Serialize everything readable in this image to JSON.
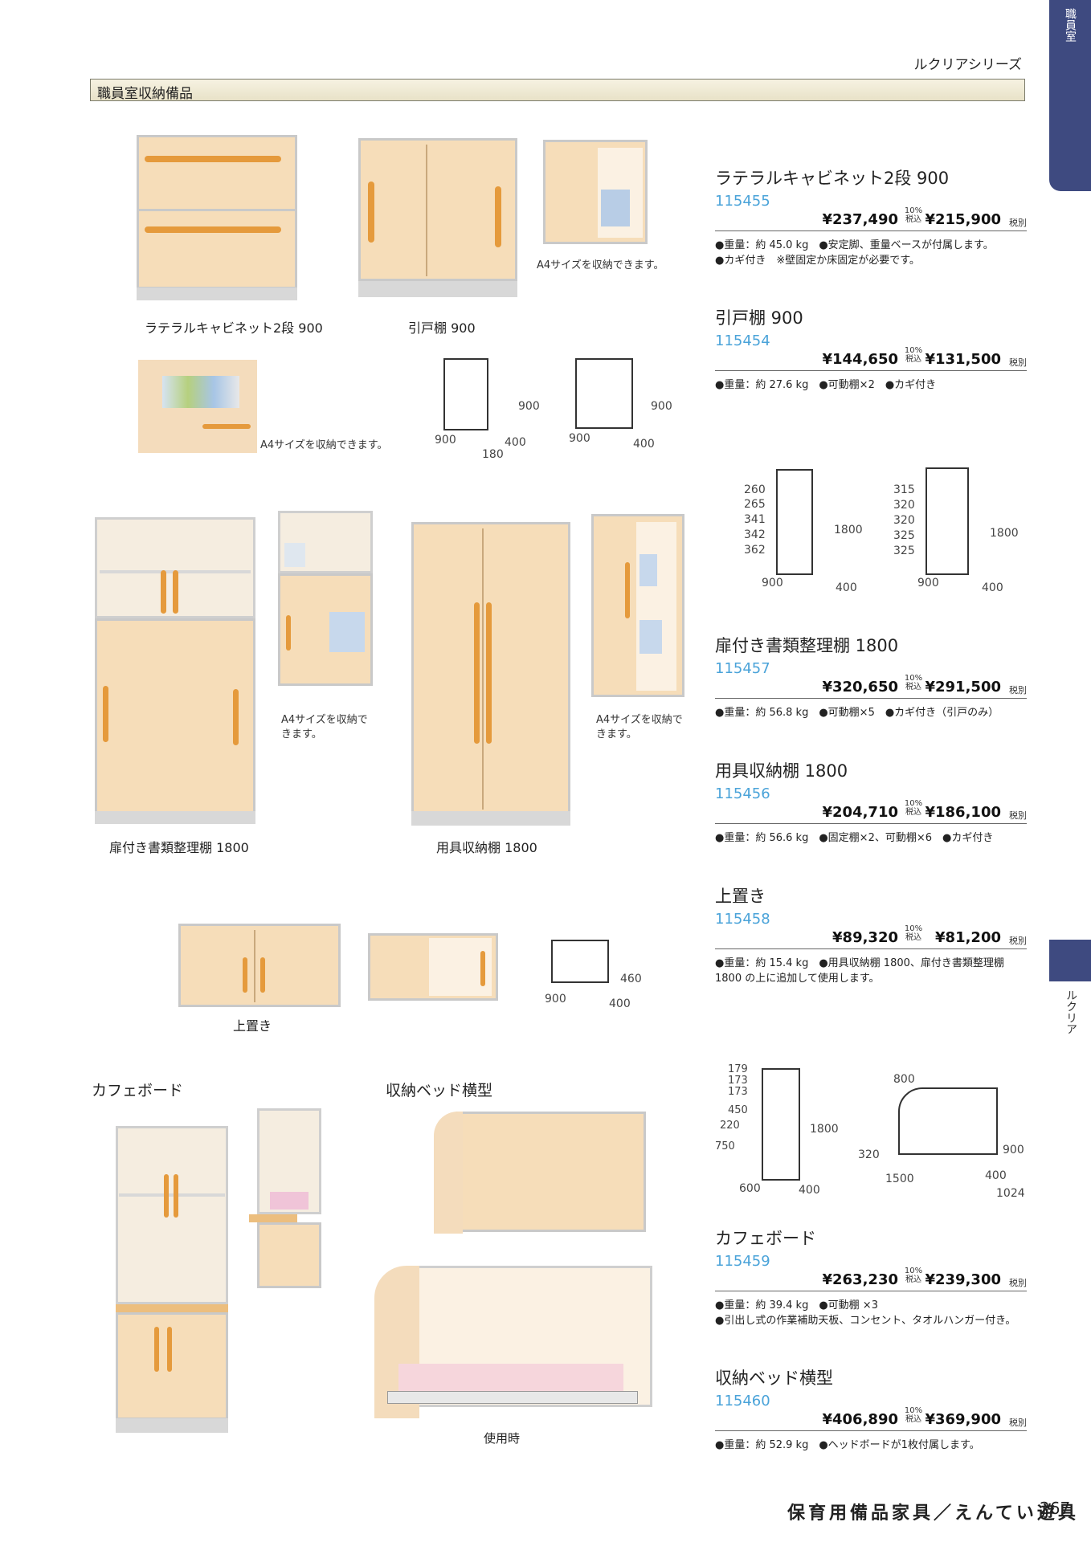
{
  "header": {
    "series": "ルクリアシリーズ",
    "section": "職員室収納備品"
  },
  "tabs": {
    "top": "職員室",
    "side": "ルクリア"
  },
  "footer": {
    "title": "保育用備品家具／えんてい遊具",
    "page": "267"
  },
  "captions": {
    "lateral": "ラテラルキャビネット2段 900",
    "hikido": "引戸棚 900",
    "shorui": "扉付き書類整理棚 1800",
    "yougu": "用具収納棚 1800",
    "uwaoki": "上置き",
    "cafe": "カフェボード",
    "bed": "収納ベッド横型",
    "bed_use": "使用時"
  },
  "notes": {
    "a4_1": "A4サイズを収納できます。",
    "a4_2": "A4サイズを収納できます。",
    "a4_3": "A4サイズを収納で\nきます。",
    "a4_4": "A4サイズを収納で\nきます。"
  },
  "dims": {
    "lat_h": "900",
    "lat_w": "900",
    "lat_d": "400",
    "lat_b": "180",
    "hik_h": "900",
    "hik_w": "900",
    "hik_d": "400",
    "sho_l1": "260",
    "sho_l2": "265",
    "sho_l3": "341",
    "sho_l4": "342",
    "sho_l5": "362",
    "sho_h": "1800",
    "sho_w": "900",
    "sho_d": "400",
    "you_l1": "315",
    "you_l2": "320",
    "you_l3": "320",
    "you_l4": "325",
    "you_l5": "325",
    "you_h": "1800",
    "you_w": "900",
    "you_d": "400",
    "uwa_h": "460",
    "uwa_w": "900",
    "uwa_d": "400",
    "caf_l1": "179",
    "caf_l2": "173",
    "caf_l3": "173",
    "caf_l4": "450",
    "caf_l5": "220",
    "caf_l6": "750",
    "caf_h": "1800",
    "caf_w": "600",
    "caf_d": "400",
    "bed_top": "800",
    "bed_320": "320",
    "bed_h": "900",
    "bed_w": "1500",
    "bed_d": "400",
    "bed_l": "1024"
  },
  "products": [
    {
      "name": "ラテラルキャビネット2段 900",
      "code": "115455",
      "price_incl": "¥237,490",
      "tax_label": "10%税込",
      "price_excl": "¥215,900",
      "excl_label": "税別",
      "spec": [
        "●重量：約 45.0 kg　●安定脚、重量ベースが付属します。",
        "●カギ付き　※壁固定か床固定が必要です。"
      ]
    },
    {
      "name": "引戸棚 900",
      "code": "115454",
      "price_incl": "¥144,650",
      "tax_label": "10%税込",
      "price_excl": "¥131,500",
      "excl_label": "税別",
      "spec": [
        "●重量：約 27.6 kg　●可動棚×2　●カギ付き"
      ]
    },
    {
      "name": "扉付き書類整理棚 1800",
      "code": "115457",
      "price_incl": "¥320,650",
      "tax_label": "10%税込",
      "price_excl": "¥291,500",
      "excl_label": "税別",
      "spec": [
        "●重量：約 56.8 kg　●可動棚×5　●カギ付き（引戸のみ）"
      ]
    },
    {
      "name": "用具収納棚 1800",
      "code": "115456",
      "price_incl": "¥204,710",
      "tax_label": "10%税込",
      "price_excl": "¥186,100",
      "excl_label": "税別",
      "spec": [
        "●重量：約 56.6 kg　●固定棚×2、可動棚×6　●カギ付き"
      ]
    },
    {
      "name": "上置き",
      "code": "115458",
      "price_incl": "¥89,320",
      "tax_label": "10%税込",
      "price_excl": "¥81,200",
      "excl_label": "税別",
      "spec": [
        "●重量：約 15.4 kg　●用具収納棚 1800、扉付き書類整理棚",
        "1800 の上に追加して使用します。"
      ]
    },
    {
      "name": "カフェボード",
      "code": "115459",
      "price_incl": "¥263,230",
      "tax_label": "10%税込",
      "price_excl": "¥239,300",
      "excl_label": "税別",
      "spec": [
        "●重量：約 39.4 kg　●可動棚 ×3",
        "●引出し式の作業補助天板、コンセント、タオルハンガー付き。"
      ]
    },
    {
      "name": "収納ベッド横型",
      "code": "115460",
      "price_incl": "¥406,890",
      "tax_label": "10%税込",
      "price_excl": "¥369,900",
      "excl_label": "税別",
      "spec": [
        "●重量：約 52.9 kg　●ヘッドボードが1枚付属します。"
      ]
    }
  ]
}
